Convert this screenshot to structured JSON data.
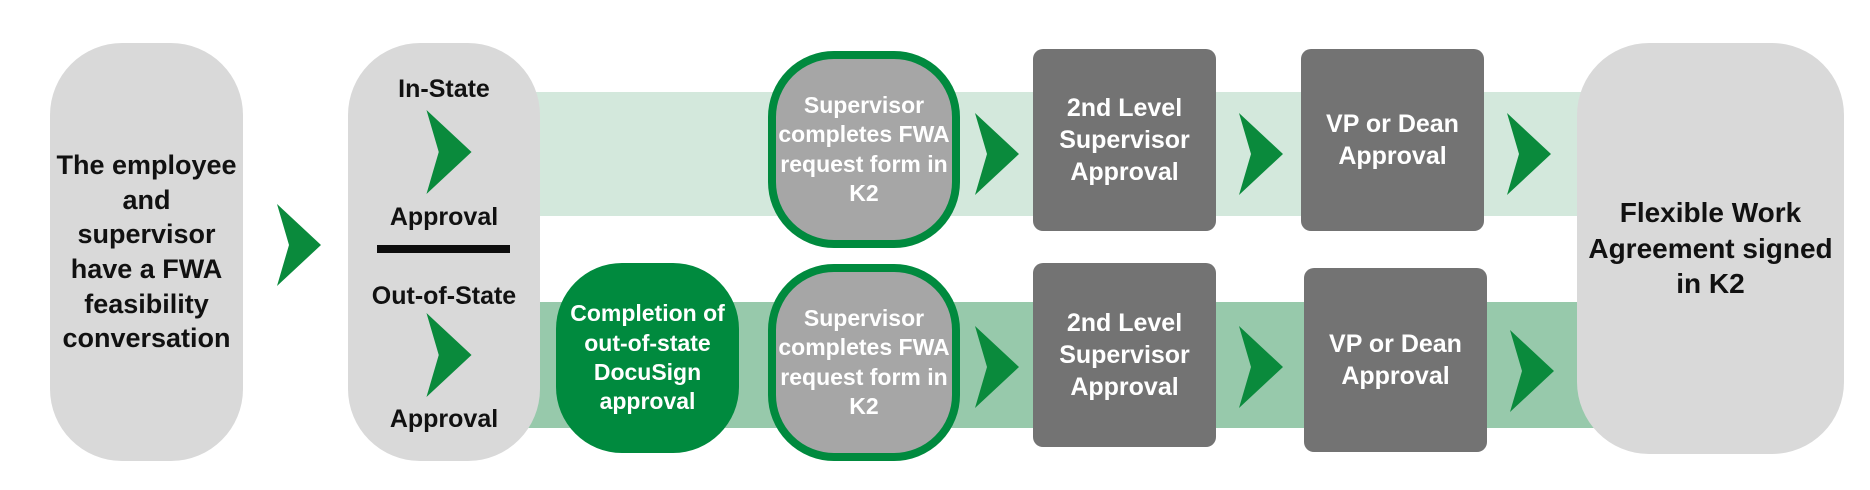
{
  "colors": {
    "light_gray": "#d9d9d9",
    "mid_gray": "#a6a6a6",
    "dark_gray": "#737373",
    "green": "#008a3e",
    "band_top": "#d3e8dc",
    "band_bottom": "#97c9ab",
    "arrow": "#0a8a3c",
    "text_dark": "#111111",
    "text_white": "#ffffff"
  },
  "start": {
    "label": "The employee and supervisor have a FWA feasibility conversation"
  },
  "decision": {
    "in_state_label": "In-State",
    "in_state_approval": "Approval",
    "out_state_label": "Out-of-State",
    "out_state_approval": "Approval"
  },
  "in_state_row": {
    "supervisor_step": "Supervisor completes FWA request form in K2",
    "second_level": "2nd Level Supervisor Approval",
    "vp_dean": "VP or Dean Approval"
  },
  "out_state_row": {
    "docusign_step": "Completion of out-of-state DocuSign approval",
    "supervisor_step": "Supervisor completes FWA request form in K2",
    "second_level": "2nd Level Supervisor Approval",
    "vp_dean": "VP or Dean Approval"
  },
  "end": {
    "label": "Flexible Work Agreement signed in K2"
  },
  "icons": {
    "arrow": "green-chevron-arrow"
  }
}
